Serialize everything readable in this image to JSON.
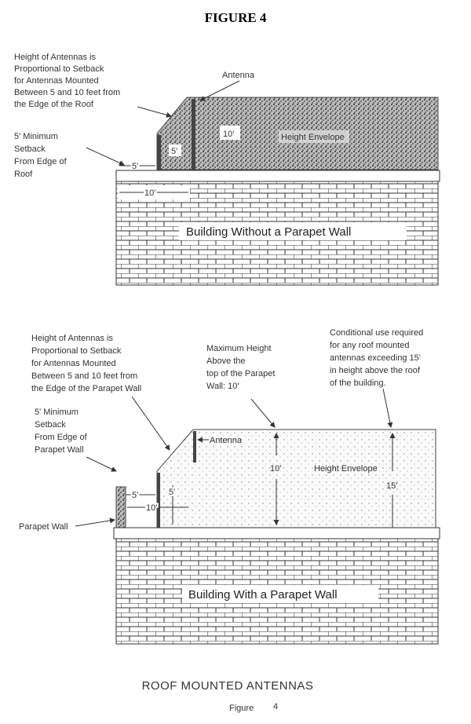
{
  "title": "FIGURE 4",
  "top": {
    "note_proportional": [
      "Height of Antennas is",
      "Proportional to Setback",
      "for Antennas Mounted",
      "Between 5 and 10 feet from",
      "the Edge of the Roof"
    ],
    "antenna_label": "Antenna",
    "note_setback": [
      "5' Minimum",
      "Setback",
      "From Edge of",
      "Roof"
    ],
    "dim_10_height": "10'",
    "dim_5_height": "5'",
    "dim_5_setback": "5'",
    "dim_10_setback": "10'",
    "envelope_label": "Height Envelope",
    "building_label": "Building Without a Parapet Wall"
  },
  "bottom": {
    "note_proportional": [
      "Height of Antennas is",
      "Proportional to Setback",
      "for Antennas Mounted",
      "Between 5 and 10 feet from",
      "the Edge of the Parapet Wall"
    ],
    "note_max_height": [
      "Maximum Height",
      "Above the",
      "top of the Parapet",
      "Wall: 10'"
    ],
    "note_conditional": [
      "Conditional use required",
      "for any roof mounted",
      "antennas exceeding 15'",
      "in height above the roof",
      "of the building."
    ],
    "note_setback": [
      "5' Minimum",
      "Setback",
      "From Edge of",
      "Parapet Wall"
    ],
    "antenna_label": "Antenna",
    "dim_10_height": "10'",
    "dim_15_height": "15'",
    "dim_5_height": "5'",
    "dim_5_setback": "5'",
    "dim_10_setback": "10'",
    "envelope_label": "Height Envelope",
    "parapet_label": "Parapet Wall",
    "building_label": "Building With a Parapet Wall"
  },
  "caption": "ROOF MOUNTED ANTENNAS",
  "caption_sub": "Figure",
  "caption_num": "4"
}
